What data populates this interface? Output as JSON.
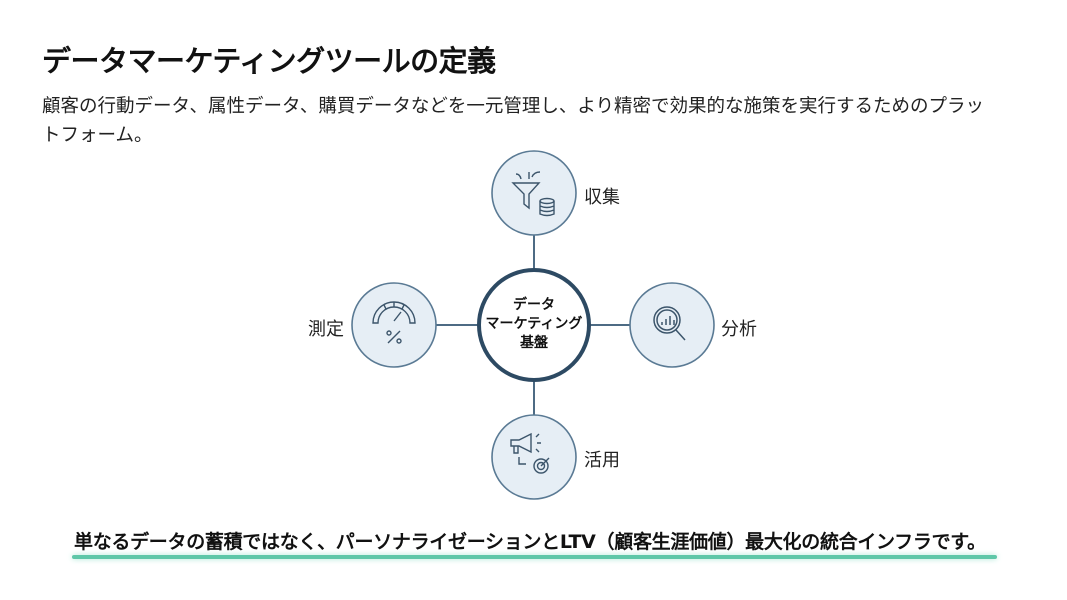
{
  "title": "データマーケティングツールの定義",
  "description": "顧客の行動データ、属性データ、購買データなどを一元管理し、より精密で効果的な施策を実行するためのプラットフォーム。",
  "diagram": {
    "center": {
      "line1": "データ",
      "line2": "マーケティング",
      "line3": "基盤"
    },
    "nodes": [
      {
        "label": "収集",
        "icon": "funnel-database-icon"
      },
      {
        "label": "分析",
        "icon": "magnifier-chart-icon"
      },
      {
        "label": "活用",
        "icon": "megaphone-target-icon"
      },
      {
        "label": "測定",
        "icon": "gauge-percent-icon"
      }
    ],
    "colors": {
      "node_fill": "#e6eef5",
      "node_stroke": "#5a7a94",
      "center_stroke": "#2d4a63"
    }
  },
  "summary": "単なるデータの蓄積ではなく、パーソナライゼーションとLTV（顧客生涯価値）最大化の統合インフラです。"
}
